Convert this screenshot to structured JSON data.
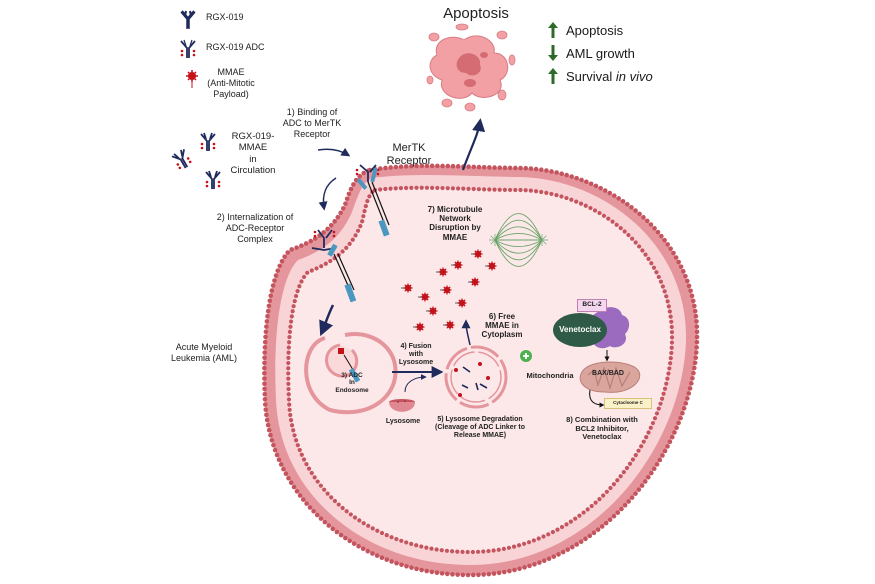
{
  "legend": {
    "items": [
      {
        "icon": "antibody-icon",
        "label": "RGX-019"
      },
      {
        "icon": "adc-antibody-icon",
        "label": "RGX-019 ADC"
      },
      {
        "icon": "mmae-payload-icon",
        "label": "MMAE\n(Anti-Mitotic\nPayload)"
      }
    ]
  },
  "apoptosis_title": "Apoptosis",
  "outcomes": [
    {
      "direction": "up",
      "label": "Apoptosis",
      "label_italic": ""
    },
    {
      "direction": "down",
      "label": "AML growth",
      "label_italic": ""
    },
    {
      "direction": "up",
      "label": "Survival ",
      "label_italic": "in vivo"
    }
  ],
  "circulation_label": "RGX-019-\nMMAE\nin\nCirculation",
  "steps": {
    "step1": "1) Binding of\nADC to MerTK\nReceptor",
    "step2": "2) Internalization of\nADC-Receptor\nComplex",
    "step3": "3) ADC\nIn\nEndosome",
    "step4": "4) Fusion\nwith\nLysosome",
    "step5": "5) Lysosome Degradation\n(Cleavage of ADC Linker to\nRelease MMAE)",
    "step6": "6) Free\nMMAE in\nCytoplasm",
    "step7": "7) Microtubule\nNetwork\nDisruption by\nMMAE",
    "step8": "8) Combination with\nBCL2 Inhibitor,\nVenetoclax"
  },
  "receptor_label": "MerTK\nReceptor",
  "cell_label": "Acute Myeloid\nLeukemia (AML)",
  "lysosome_label": "Lysosome",
  "mitochondria_label": "Mitochondria",
  "venetoclax_label": "Venetoclax",
  "bcl2_label": "BCL-2",
  "bax_bad_label": "BAX/BAD",
  "cytochrome_label": "Cytaclsome C",
  "colors": {
    "membrane_head": "#c4555f",
    "membrane_tail": "#efb8bd",
    "cytoplasm": "#fde8e9",
    "antibody": "#1f2b5c",
    "payload": "#c4121b",
    "receptor": "#4a97bf",
    "arrow": "#1f2b5c",
    "outcome_arrow": "#2e6b2b",
    "venetoclax": "#2f5a47",
    "bcl2_protein": "#9b6bbf",
    "microtubule": "#6aa56a",
    "apoptotic_cell": "#f2a0a4"
  }
}
